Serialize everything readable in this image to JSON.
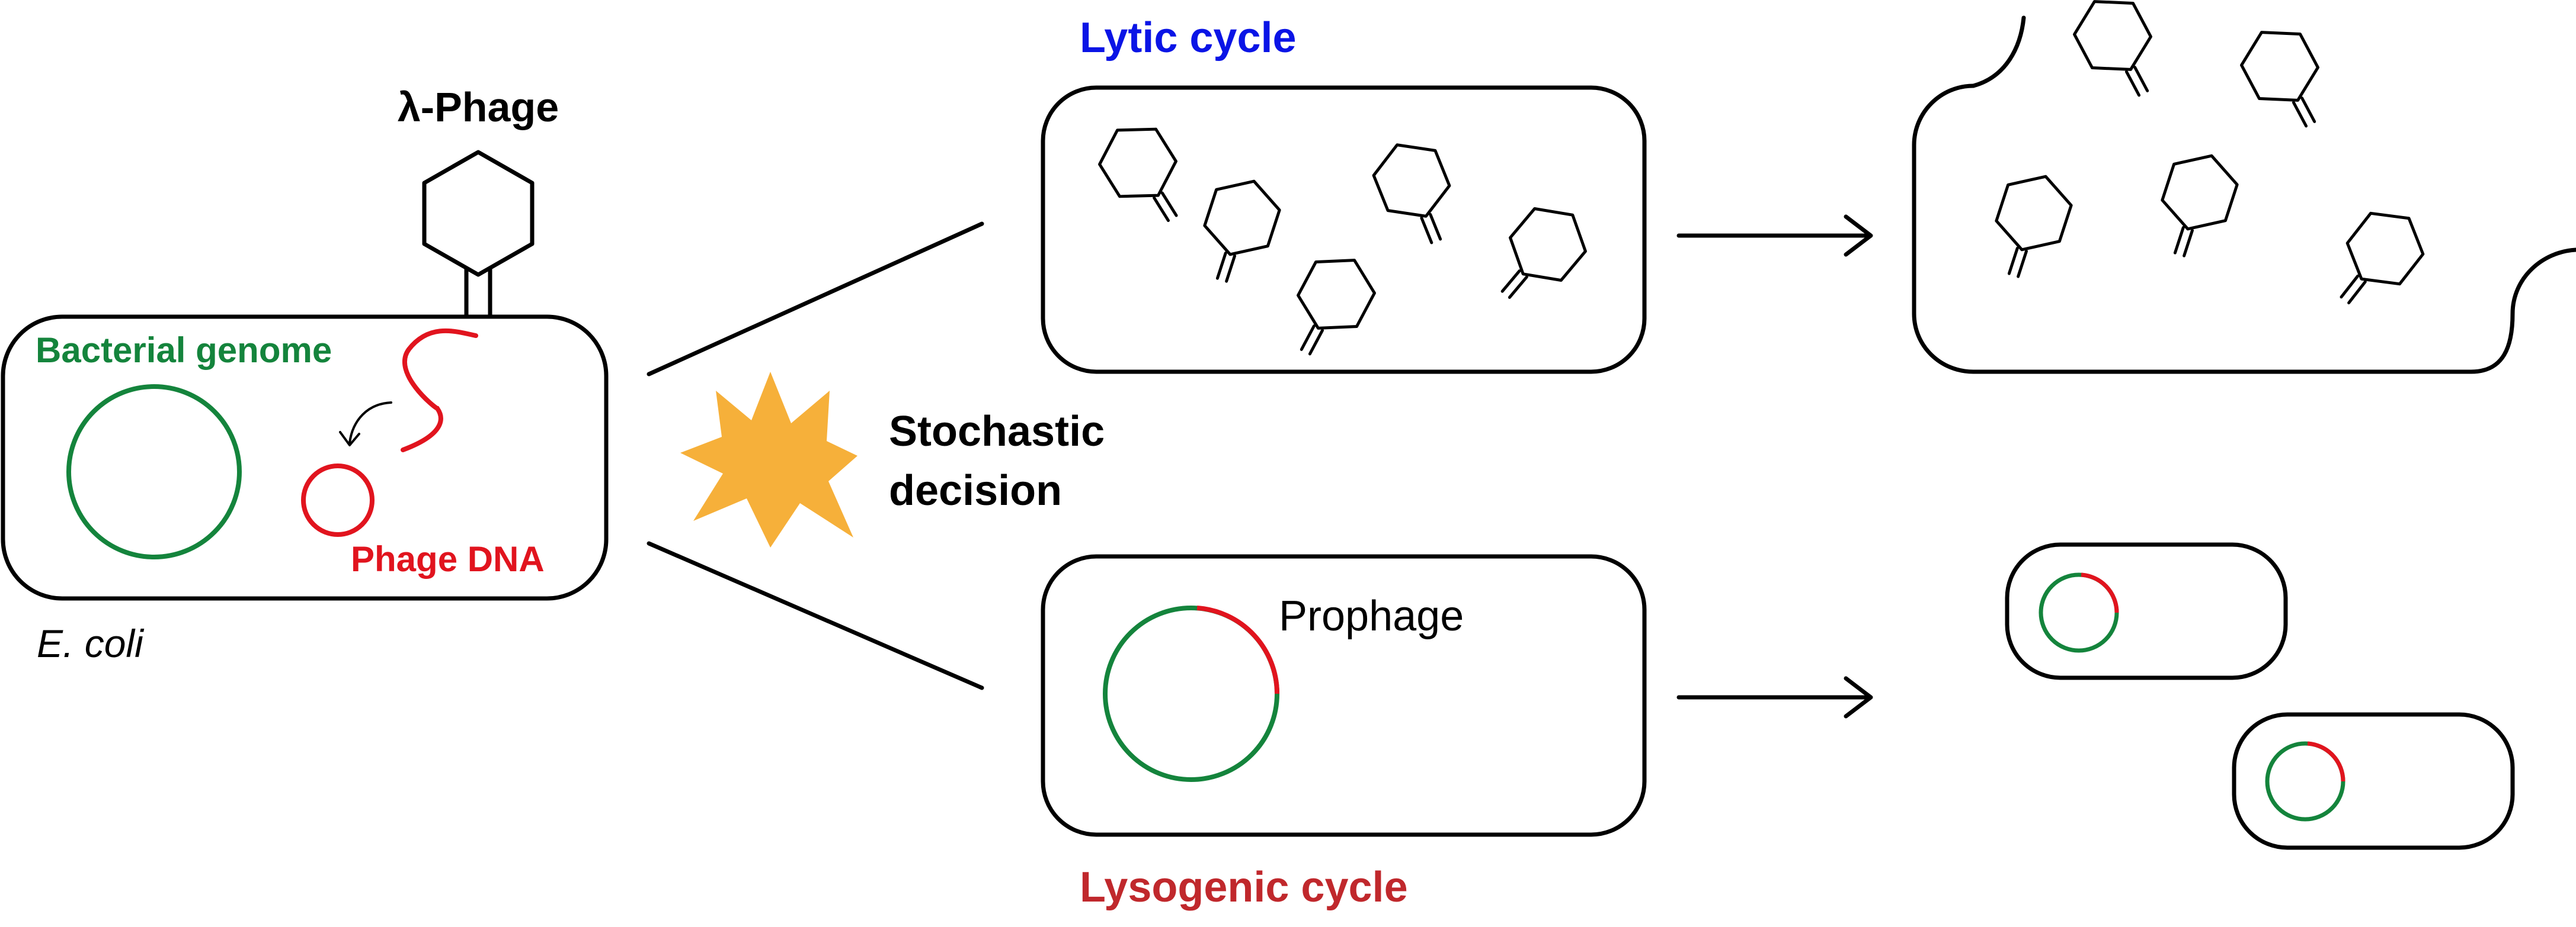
{
  "labels": {
    "lambda_phage": "λ-Phage",
    "bacterial_genome": "Bacterial genome",
    "phage_dna": "Phage DNA",
    "e_coli": "E. coli",
    "stochastic_line1": "Stochastic",
    "stochastic_line2": "decision",
    "lytic_cycle": "Lytic cycle",
    "prophage": "Prophage",
    "lysogenic_cycle": "Lysogenic cycle"
  },
  "colors": {
    "lytic": "#0a14e6",
    "lysogenic": "#c0282c",
    "genome": "#14843c",
    "phage_dna": "#e1141e",
    "burst": "#f6b03a",
    "outline": "#000000"
  }
}
